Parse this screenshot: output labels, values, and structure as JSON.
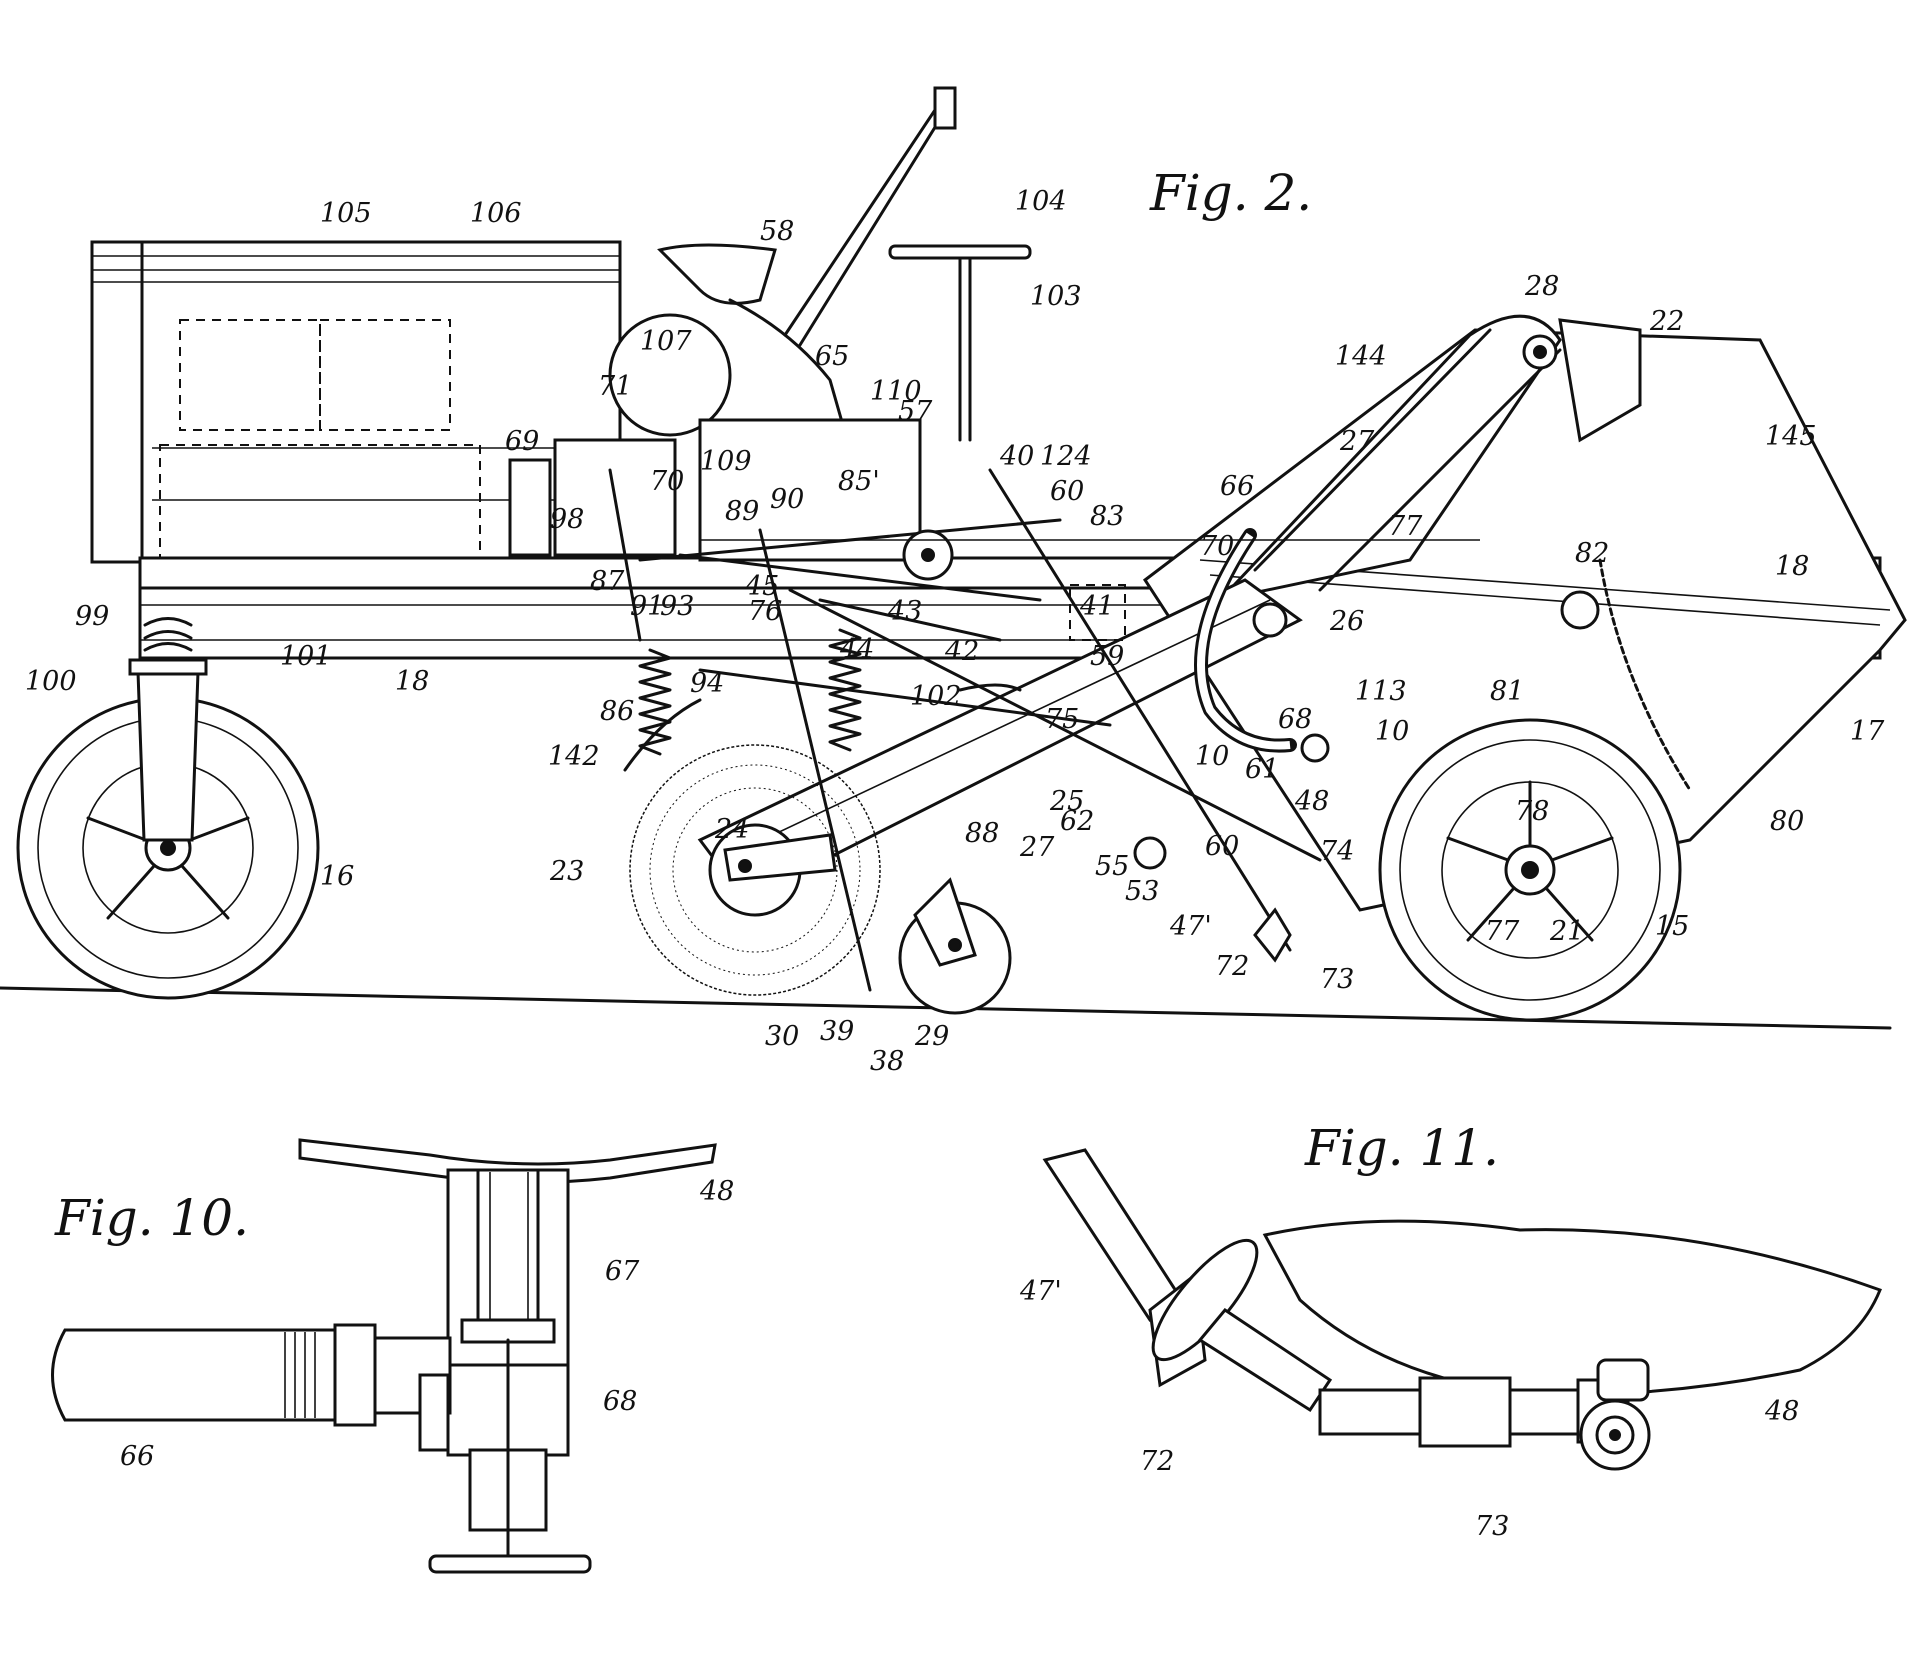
{
  "figures": [
    {
      "id": "fig2",
      "label": "Fig. 2."
    },
    {
      "id": "fig10",
      "label": "Fig. 10."
    },
    {
      "id": "fig11",
      "label": "Fig. 11."
    }
  ],
  "fig2_refs": [
    "105",
    "106",
    "107",
    "58",
    "104",
    "103",
    "71",
    "69",
    "98",
    "70",
    "109",
    "89",
    "90",
    "65",
    "110",
    "57",
    "85'",
    "40",
    "124",
    "60",
    "83",
    "66",
    "70",
    "27",
    "144",
    "28",
    "22",
    "145",
    "77",
    "82",
    "18",
    "87",
    "91",
    "93",
    "45",
    "76",
    "43",
    "41",
    "42",
    "59",
    "26",
    "99",
    "100",
    "101",
    "18",
    "86",
    "94",
    "44",
    "102",
    "75",
    "25",
    "113",
    "81",
    "17",
    "142",
    "68",
    "10",
    "61",
    "48",
    "10",
    "24",
    "88",
    "27",
    "62",
    "60",
    "55",
    "53",
    "74",
    "78",
    "80",
    "23",
    "47'",
    "72",
    "73",
    "77",
    "21",
    "15",
    "16",
    "30",
    "39",
    "38",
    "29"
  ],
  "fig10_refs": [
    "48",
    "67",
    "68",
    "66"
  ],
  "fig11_refs": [
    "47'",
    "72",
    "73",
    "48"
  ]
}
